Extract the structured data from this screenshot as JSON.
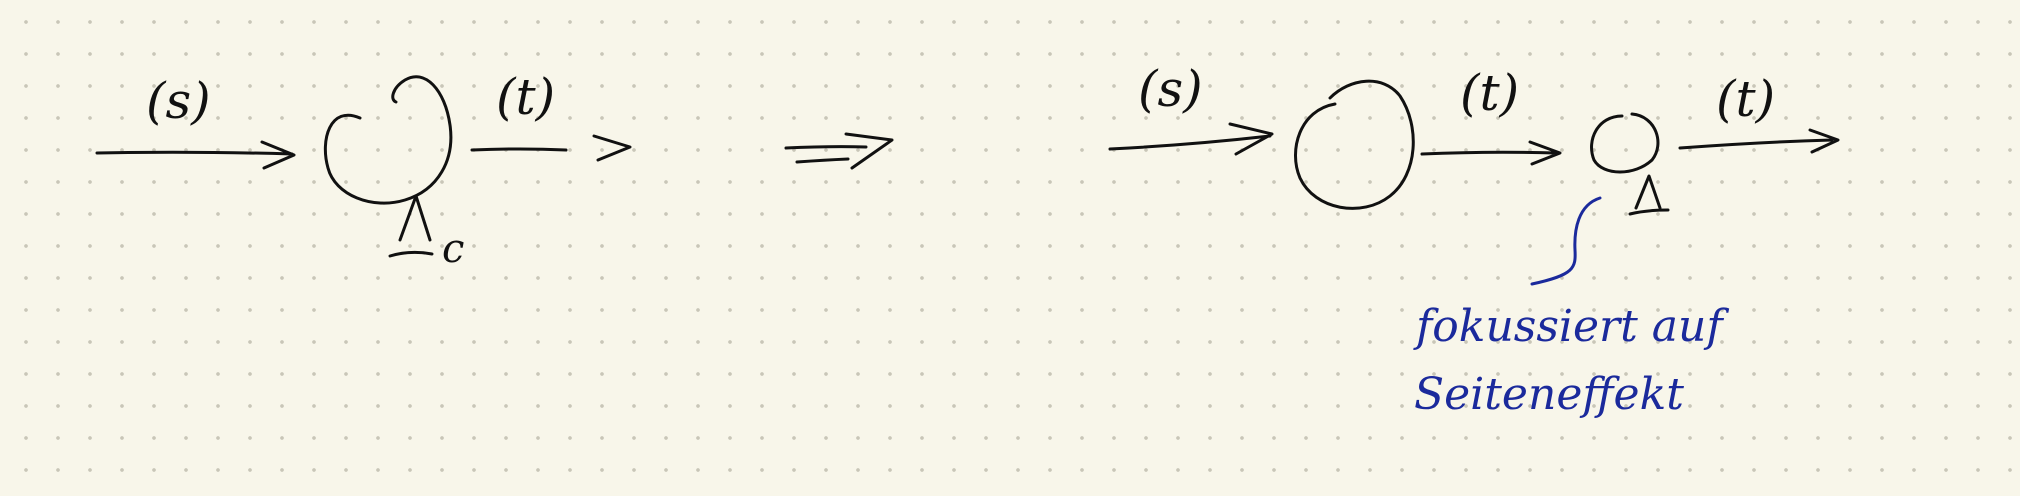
{
  "left_diagram": {
    "input_label": "(s)",
    "output_label": "(t)",
    "capacity_label": "c"
  },
  "right_diagram": {
    "input_label": "(s)",
    "middle_label": "(t)",
    "output_label": "(t)"
  },
  "annotation": {
    "line1": "fokussiert auf",
    "line2": "Seiteneffekt"
  },
  "colors": {
    "ink": "#111111",
    "annotation_ink": "#1b2a9c",
    "paper": "#f8f6ea"
  }
}
